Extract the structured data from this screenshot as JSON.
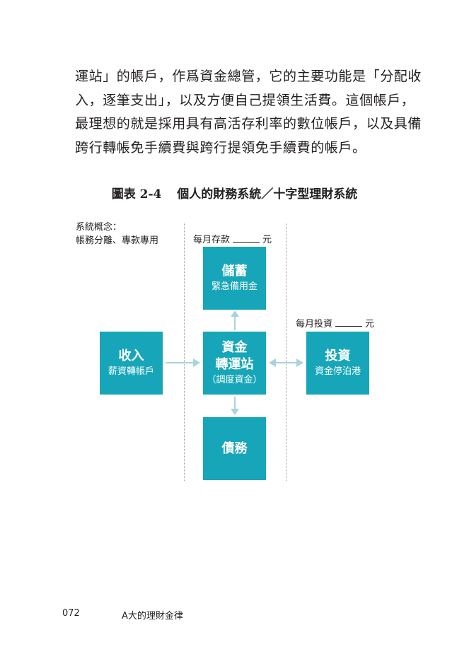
{
  "paragraph": [
    "運站」的帳戶，作爲資金總管，它的主要功能是「分配收",
    "入，逐筆支出」，以及方便自己提領生活費。這個帳戶，",
    "最理想的就是採用具有高活存利率的數位帳戶，以及具備",
    "跨行轉帳免手續費與跨行提領免手續費的帳戶。"
  ],
  "figure": {
    "number": "圖表 2-4",
    "title": "個人的財務系統／十字型理財系統",
    "concept_line1": "系統概念：",
    "concept_line2": "帳務分離、專款專用",
    "savings_label_prefix": "每月存款",
    "savings_label_suffix": "元",
    "invest_label_prefix": "每月投資",
    "invest_label_suffix": "元",
    "boxes": {
      "savings": {
        "main": "儲蓄",
        "sub": "緊急備用金"
      },
      "income": {
        "main": "收入",
        "sub": "薪資轉帳戶"
      },
      "hub": {
        "main1": "資金",
        "main2": "轉運站",
        "sub": "（調度資金）"
      },
      "invest": {
        "main": "投資",
        "sub": "資金停泊港"
      },
      "debt": {
        "main": "債務"
      }
    },
    "box_color": "#17a6b9",
    "arrow_color": "#a8d3dc"
  },
  "footer": {
    "page_number": "072",
    "book_title": "A大的理財金律"
  }
}
